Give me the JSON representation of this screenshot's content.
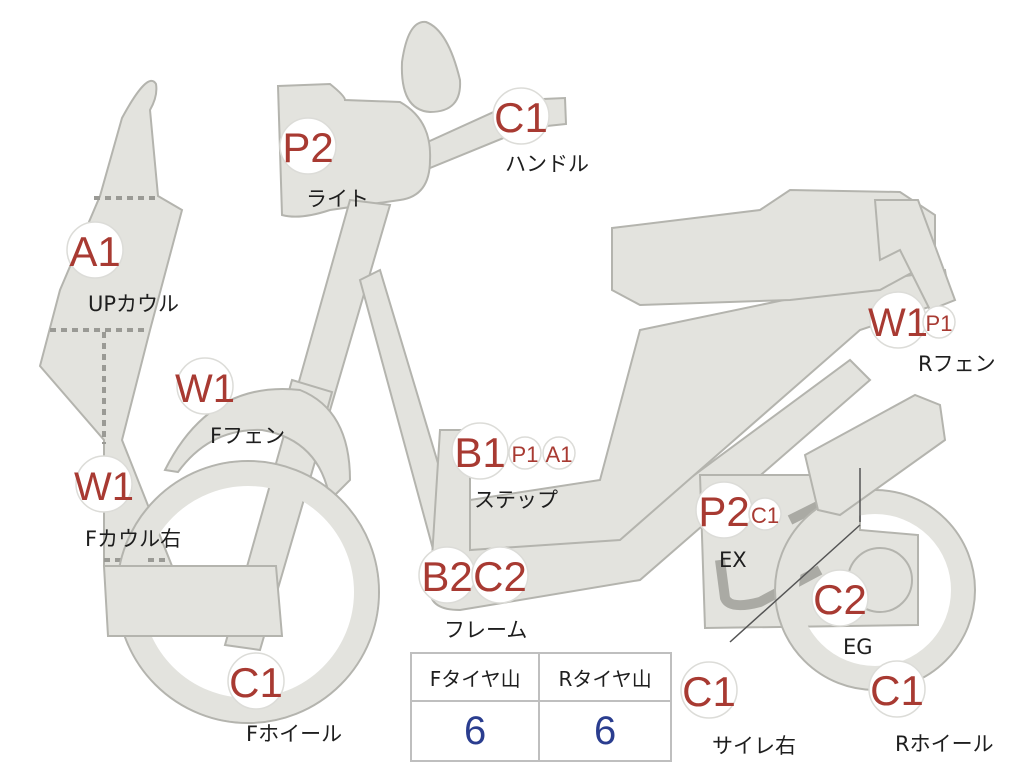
{
  "labels": {
    "handle": "ハンドル",
    "light": "ライト",
    "up_cowl": "UPカウル",
    "f_fender": "Fフェン",
    "f_cowl_right": "Fカウル右",
    "step": "ステップ",
    "frame": "フレーム",
    "f_wheel": "Fホイール",
    "r_fender": "Rフェン",
    "ex": "EX",
    "eg": "EG",
    "silencer_right": "サイレ右",
    "r_wheel": "Rホイール"
  },
  "badges": {
    "handle_c1": "C1",
    "light_p2": "P2",
    "up_cowl_a1": "A1",
    "f_fender_w1": "W1",
    "f_cowl_w1": "W1",
    "step_b1": "B1",
    "step_p1": "P1",
    "step_a1": "A1",
    "frame_b2": "B2",
    "frame_c2": "C2",
    "f_wheel_c1": "C1",
    "r_fender_w1": "W1",
    "r_fender_p1": "P1",
    "ex_p2": "P2",
    "ex_c1": "C1",
    "eg_c2": "C2",
    "silencer_c1": "C1",
    "r_wheel_c1": "C1"
  },
  "tire_table": {
    "headers": [
      "Fタイヤ山",
      "Rタイヤ山"
    ],
    "values": [
      "6",
      "6"
    ]
  },
  "colors": {
    "part_fill": "#e3e3de",
    "badge_text": "#a83a32",
    "value_text": "#2a3d8f"
  }
}
